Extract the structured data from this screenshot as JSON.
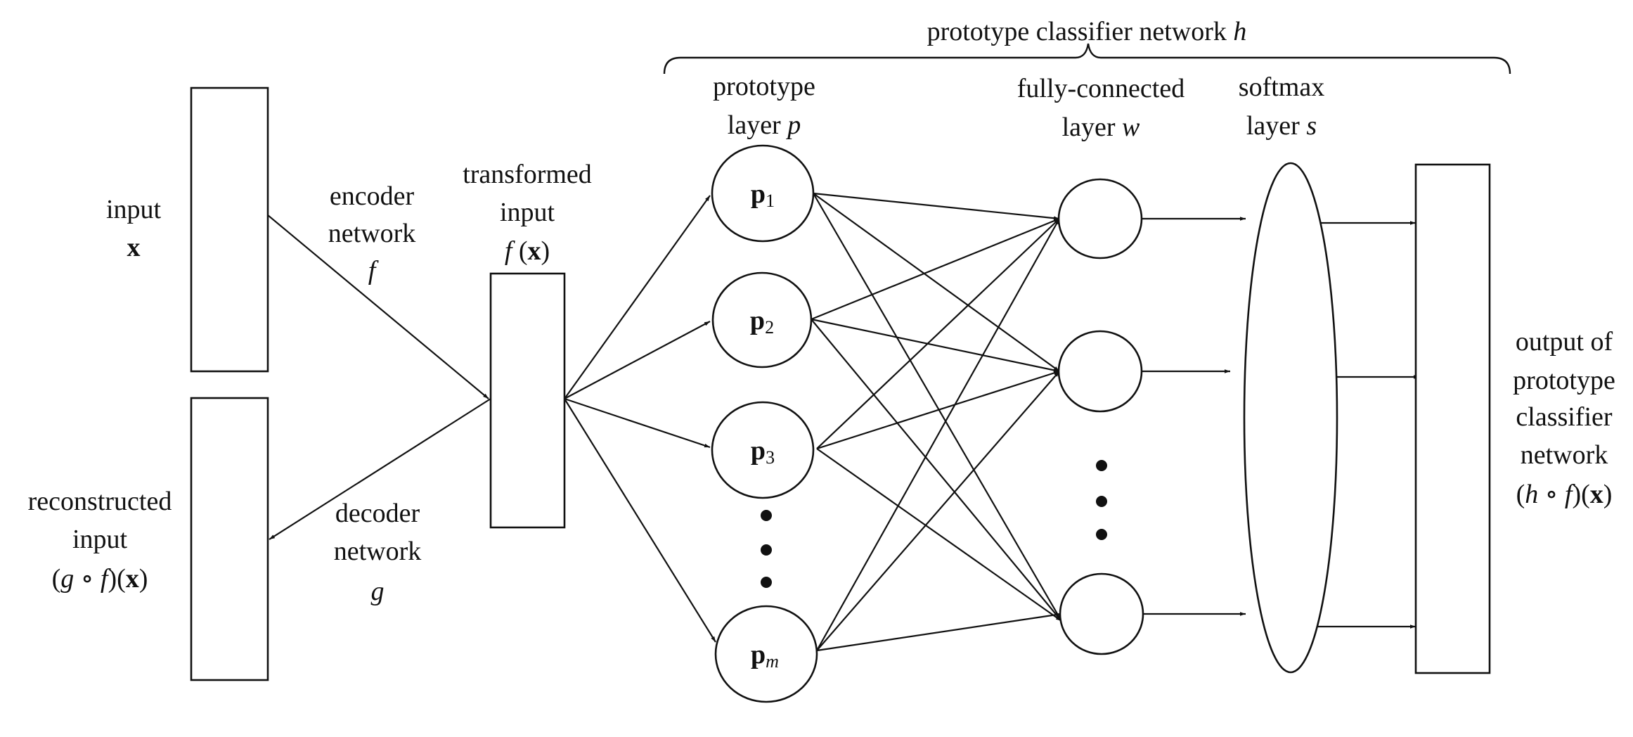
{
  "labels": {
    "header": {
      "main": "prototype classifier network ",
      "var": "h"
    },
    "input": {
      "line1": "input",
      "line2": "x"
    },
    "encoder": {
      "line1": "encoder",
      "line2": "network",
      "var": "f"
    },
    "decoder": {
      "line1": "decoder",
      "line2": "network",
      "var": "g"
    },
    "reconstructed": {
      "line1": "reconstructed",
      "line2": "input",
      "open": "(",
      "g": "g",
      "circ": " ∘ ",
      "f": "f",
      "close": ")(",
      "x": "x",
      "end": ")"
    },
    "transformed": {
      "line1": "transformed",
      "line2": "input",
      "f": "f",
      "open": " (",
      "x": "x",
      "close": ")"
    },
    "prototype_layer": {
      "line1": "prototype",
      "line2": "layer ",
      "var": "p"
    },
    "fc_layer": {
      "line1": "fully-connected",
      "line2": "layer ",
      "var": "w"
    },
    "softmax_layer": {
      "line1": "softmax",
      "line2": "layer ",
      "var": "s"
    },
    "output": {
      "line1": "output of",
      "line2": "prototype",
      "line3": "classifier",
      "line4": "network",
      "open": "(",
      "h": "h",
      "circ": " ∘ ",
      "f": "f",
      "close": ")(",
      "x": "x",
      "end": ")"
    }
  },
  "prototypes": [
    {
      "base": "p",
      "sub": "1"
    },
    {
      "base": "p",
      "sub": "2"
    },
    {
      "base": "p",
      "sub": "3"
    },
    {
      "base": "p",
      "sub": "m"
    }
  ]
}
